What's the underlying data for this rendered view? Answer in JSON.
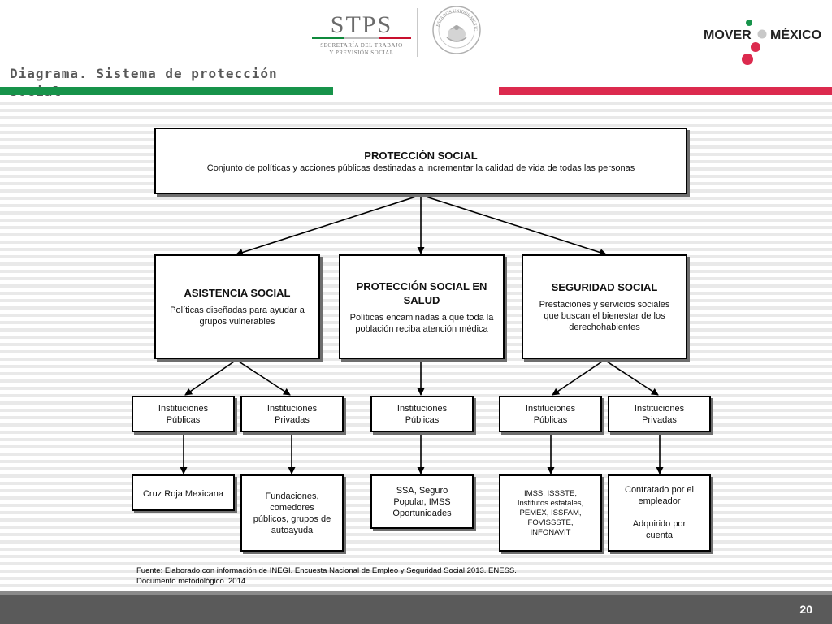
{
  "header": {
    "stps_title": "STPS",
    "stps_line1": "SECRETARÍA DEL TRABAJO",
    "stps_line2": "Y PREVISIÓN SOCIAL",
    "mover_left": "MOVER",
    "mover_right": "MÉXICO",
    "seal_text": "ESTADOS UNIDOS MEXICANOS"
  },
  "title": "Diagrama. Sistema de protección social",
  "colors": {
    "green": "#17934a",
    "red": "#dc2a4e",
    "gray": "#5a5a5a"
  },
  "diagram": {
    "root": {
      "title": "PROTECCIÓN SOCIAL",
      "desc": "Conjunto de políticas y acciones públicas destinadas a incrementar la calidad de vida de todas las personas"
    },
    "level2": [
      {
        "title": "ASISTENCIA SOCIAL",
        "desc": "Políticas diseñadas para ayudar a grupos vulnerables"
      },
      {
        "title": "PROTECCIÓN SOCIAL EN SALUD",
        "desc": "Políticas encaminadas a que toda la población reciba atención médica"
      },
      {
        "title": "SEGURIDAD SOCIAL",
        "desc": "Prestaciones y servicios sociales que buscan el bienestar de los derechohabientes"
      }
    ],
    "level3": [
      "Instituciones Públicas",
      "Instituciones Privadas",
      "Instituciones Públicas",
      "Instituciones Públicas",
      "Instituciones Privadas"
    ],
    "level4": [
      {
        "text": "Cruz Roja Mexicana"
      },
      {
        "text": "Fundaciones, comedores públicos, grupos de autoayuda"
      },
      {
        "text": "SSA, Seguro Popular, IMSS Oportunidades"
      },
      {
        "text": "IMSS, ISSSTE, Institutos estatales, PEMEX, ISSFAM, FOVISSSTE, INFONAVIT"
      },
      {
        "line1": "Contratado por el empleador",
        "line2": "Adquirido por cuenta"
      }
    ]
  },
  "footer": {
    "source_line1": "Fuente: Elaborado con información de INEGI. Encuesta Nacional de Empleo y Seguridad Social 2013. ENESS.",
    "source_line2": "Documento metodológico. 2014.",
    "page_number": "20"
  }
}
